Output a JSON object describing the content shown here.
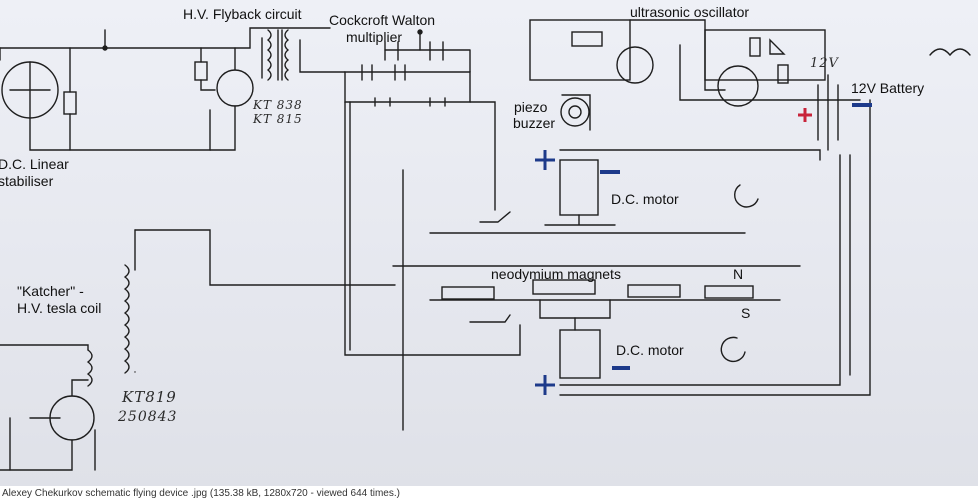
{
  "labels": {
    "flyback": "H.V. Flyback circuit",
    "cw1": "Cockcroft Walton",
    "cw2": "multiplier",
    "osc": "ultrasonic oscillator",
    "battery": "12V Battery",
    "piezo1": "piezo",
    "piezo2": "buzzer",
    "motor_top": "D.C. motor",
    "motor_bottom": "D.C. motor",
    "magnets": "neodymium magnets",
    "linear1": "D.C. Linear",
    "linear2": "stabiliser",
    "katcher1": "\"Katcher\" -",
    "katcher2": "H.V. tesla coil"
  },
  "handwriting": {
    "kt838": "KT 838",
    "kt815": "KT 815",
    "kt819": "KT819",
    "code": "250843",
    "v12": "12V",
    "n": "N",
    "s": "S"
  },
  "caption": "Alexey Chekurkov schematic flying device .jpg (135.38 kB, 1280x720 - viewed 644 times.)",
  "colors": {
    "ink": "#1e1e1e",
    "plus_red": "#c8233a",
    "minus_blue": "#1d3a8a",
    "paper": "#e6e8ef"
  }
}
